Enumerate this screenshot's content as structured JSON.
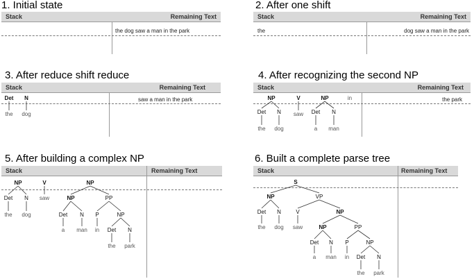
{
  "column_headers": {
    "stack": "Stack",
    "remaining": "Remaining Text"
  },
  "panels": [
    {
      "heading": "1. Initial state",
      "remaining": "the dog saw a man in the park",
      "stack_text": [],
      "tree_words": []
    },
    {
      "heading": "2. After one shift",
      "remaining": "dog saw a man in the park",
      "stack_text": [
        "the"
      ],
      "tree_words": []
    },
    {
      "heading": "3. After reduce shift reduce",
      "remaining": "saw a man in the park",
      "tree_words": [
        "Det",
        "N",
        "the",
        "dog"
      ]
    },
    {
      "heading": "4. After recognizing the second NP",
      "remaining": "the park",
      "tree_words": [
        "NP",
        "V",
        "NP",
        "in",
        "Det",
        "N",
        "saw",
        "Det",
        "N",
        "the",
        "dog",
        "a",
        "man"
      ]
    },
    {
      "heading": "5. After building a complex NP",
      "remaining": "",
      "tree_words": [
        "NP",
        "V",
        "NP",
        "Det",
        "N",
        "saw",
        "NP",
        "PP",
        "the",
        "dog",
        "Det",
        "N",
        "P",
        "NP",
        "a",
        "man",
        "in",
        "Det",
        "N",
        "the",
        "park"
      ]
    },
    {
      "heading": "6. Built a complete parse tree",
      "remaining": "",
      "tree_words": [
        "S",
        "NP",
        "VP",
        "Det",
        "N",
        "V",
        "NP",
        "the",
        "dog",
        "saw",
        "NP",
        "PP",
        "Det",
        "N",
        "P",
        "NP",
        "a",
        "man",
        "in",
        "Det",
        "N",
        "the",
        "park"
      ]
    }
  ]
}
